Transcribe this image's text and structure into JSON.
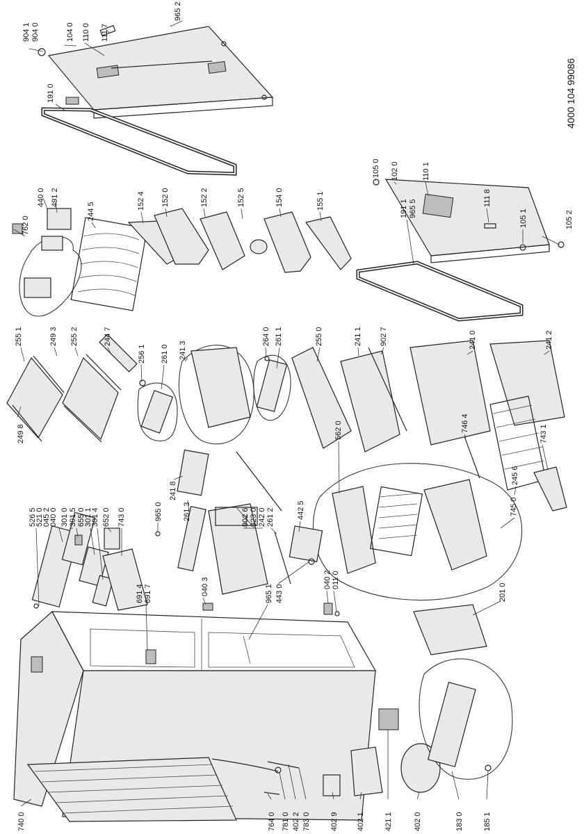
{
  "document": {
    "id": "4000 104 99086"
  },
  "labels": {
    "top_left_column": [
      "526 5",
      "521 0",
      "045 2",
      "040 0"
    ],
    "l_301_0": "301 0",
    "l_301_5": "301 5",
    "l_655_0": "655 0",
    "l_301_1": "301 1",
    "l_301_4": "301 4",
    "l_652_0": "652 0",
    "l_743_0": "743 0",
    "l_965_0": "965 0",
    "l_218_8": "241 8",
    "l_261_3": "261 3",
    "l_691_4": "691 4",
    "l_691_7": "691 7",
    "l_040_3": "040 3",
    "l_902_6": "902 6",
    "l_323_0": "323 0",
    "l_242_0": "242 0",
    "l_261_2": "261 2",
    "l_965_1": "965 1",
    "l_443_0": "443 0",
    "l_442_5": "442 5",
    "l_040_2": "040 2",
    "l_011_0": "011 0",
    "l_201_0": "201 0",
    "l_249_8": "249 8",
    "l_255_1": "255 1",
    "l_249_3": "249 3",
    "l_255_2": "255 2",
    "l_244_7": "244 7",
    "l_256_1": "256 1",
    "l_261_0": "261 0",
    "l_241_3": "241 3",
    "l_264_0": "264 0",
    "l_261_1": "261 1",
    "l_255_0": "255 0",
    "l_241_1": "241 1",
    "l_902_7": "902 7",
    "l_241_0": "241 0",
    "l_241_2": "241 2",
    "l_562_0": "562 0",
    "l_746_4": "746 4",
    "l_743_1": "743 1",
    "l_245_6": "245 6",
    "l_745_0": "745 0",
    "l_762_0": "762 0",
    "l_440_0": "440 0",
    "l_491_2": "491 2",
    "l_244_5": "244 5",
    "l_152_4": "152 4",
    "l_152_0": "152 0",
    "l_152_2": "152 2",
    "l_152_5": "152 5",
    "l_154_0": "154 0",
    "l_155_1": "155 1",
    "l_191_1": "191 1",
    "l_965_5": "965 5",
    "l_105_0": "105 0",
    "l_102_0": "102 0",
    "l_110_1": "110 1",
    "l_111_8": "111 8",
    "l_105_1": "105 1",
    "l_105_2": "105 2",
    "l_904_1": "904 1",
    "l_904_0": "904 0",
    "l_104_0": "104 0",
    "l_110_0": "110 0",
    "l_111_7": "111 7",
    "l_965_2": "965 2",
    "l_191_0": "191 0",
    "l_740_0": "740 0",
    "l_764_0": "764 0",
    "l_781_0": "781 0",
    "l_402_2": "402 2",
    "l_783_0": "783 0",
    "l_402_9": "402 9",
    "l_402_1": "402 1",
    "l_421_1": "421 1",
    "l_402_0": "402 0",
    "l_183_0": "183 0",
    "l_185_1": "185 1"
  }
}
